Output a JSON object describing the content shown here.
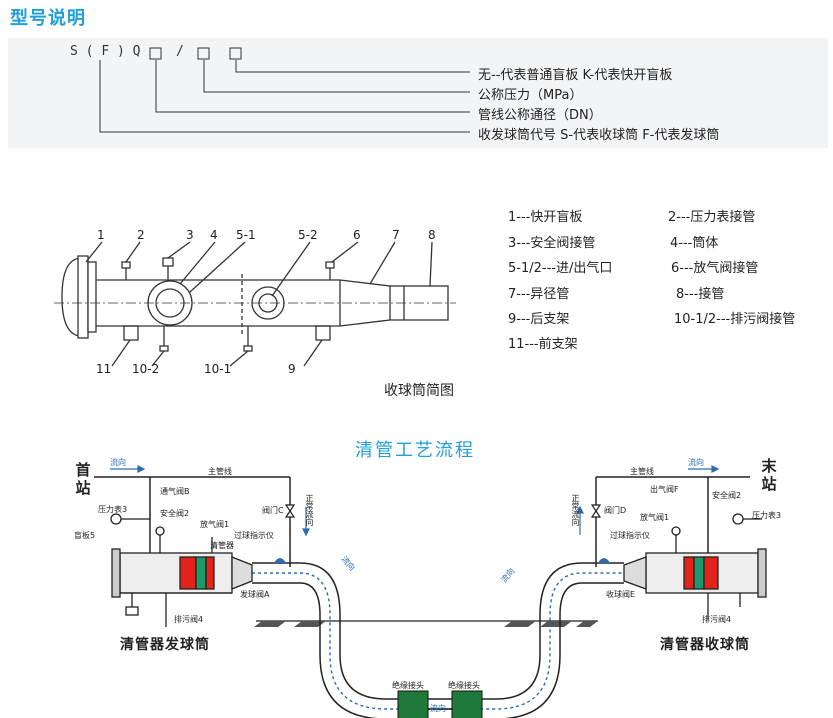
{
  "model": {
    "title": "型号说明",
    "code": [
      "S",
      "(",
      "F",
      ")",
      "Q",
      "□",
      "/",
      "□",
      "□"
    ],
    "descriptions": [
      "无--代表普通盲板 K-代表快开盲板",
      "公称压力（MPa）",
      "管线公称通径（DN）",
      "收发球筒代号 S-代表收球筒 F-代表发球筒"
    ]
  },
  "drawing": {
    "callouts_top": [
      "1",
      "2",
      "3",
      "4",
      "5-1",
      "5-2",
      "6",
      "7",
      "8"
    ],
    "callouts_bottom": [
      "11",
      "10-2",
      "10-1",
      "9"
    ],
    "caption": "收球筒简图"
  },
  "parts_legend": [
    "1---快开盲板",
    "2---压力表接管",
    "3---安全阀接管",
    "4---筒体",
    "5-1/2---进/出气口",
    "6---放气阀接管",
    "7---异径管",
    "8---接管",
    "9---后支架",
    "10-1/2---排污阀接管",
    "11---前支架"
  ],
  "flow": {
    "title": "清管工艺流程",
    "start_station": "首站",
    "end_station": "末站",
    "main_line": "主管线",
    "flow_dir": "流向",
    "left": {
      "device_label": "清管器发球筒",
      "pressure_gauge": "压力表3",
      "blind": "盲板5",
      "vent_valve_b": "通气阀B",
      "safety_valve": "安全阀2",
      "vent_valve_1": "放气阀1",
      "pig": "清管器",
      "drain_valve": "排污阀4",
      "launch_valve": "发球阀A",
      "gate_valve": "阀门C",
      "normal_flow": "正常流向",
      "pig_indicator": "过球指示仪"
    },
    "right": {
      "device_label": "清管器收球筒",
      "pressure_gauge": "压力表3",
      "outlet_valve": "出气阀F",
      "safety_valve": "安全阀2",
      "vent_valve_1": "放气阀1",
      "drain_valve": "排污阀4",
      "receive_valve": "收球阀E",
      "gate_valve": "阀门D",
      "normal_flow": "正常流向",
      "pig_indicator": "过球指示仪"
    },
    "insulated_joint": "绝缘接头",
    "colors": {
      "accent": "#1fa0d8",
      "pig_red": "#e2231a",
      "pig_green": "#1d9a6c",
      "joint_green": "#1f7a3a",
      "pipe_blue": "#2b6cb0"
    }
  }
}
